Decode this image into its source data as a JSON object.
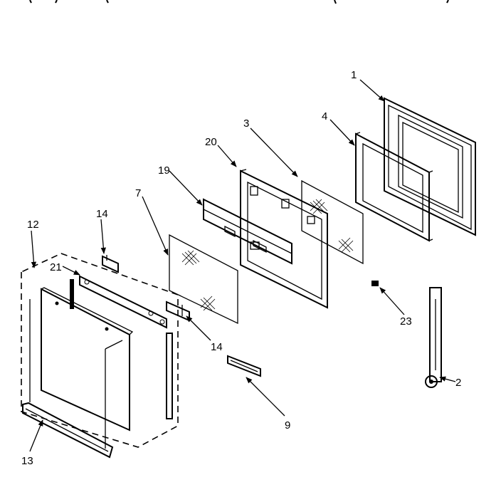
{
  "diagram": {
    "labels": {
      "p1": "1",
      "p2": "2",
      "p3": "3",
      "p4": "4",
      "p7": "7",
      "p9": "9",
      "p12": "12",
      "p13": "13",
      "p14a": "14",
      "p14b": "14",
      "p19": "19",
      "p20": "20",
      "p21": "21",
      "p23": "23"
    }
  }
}
